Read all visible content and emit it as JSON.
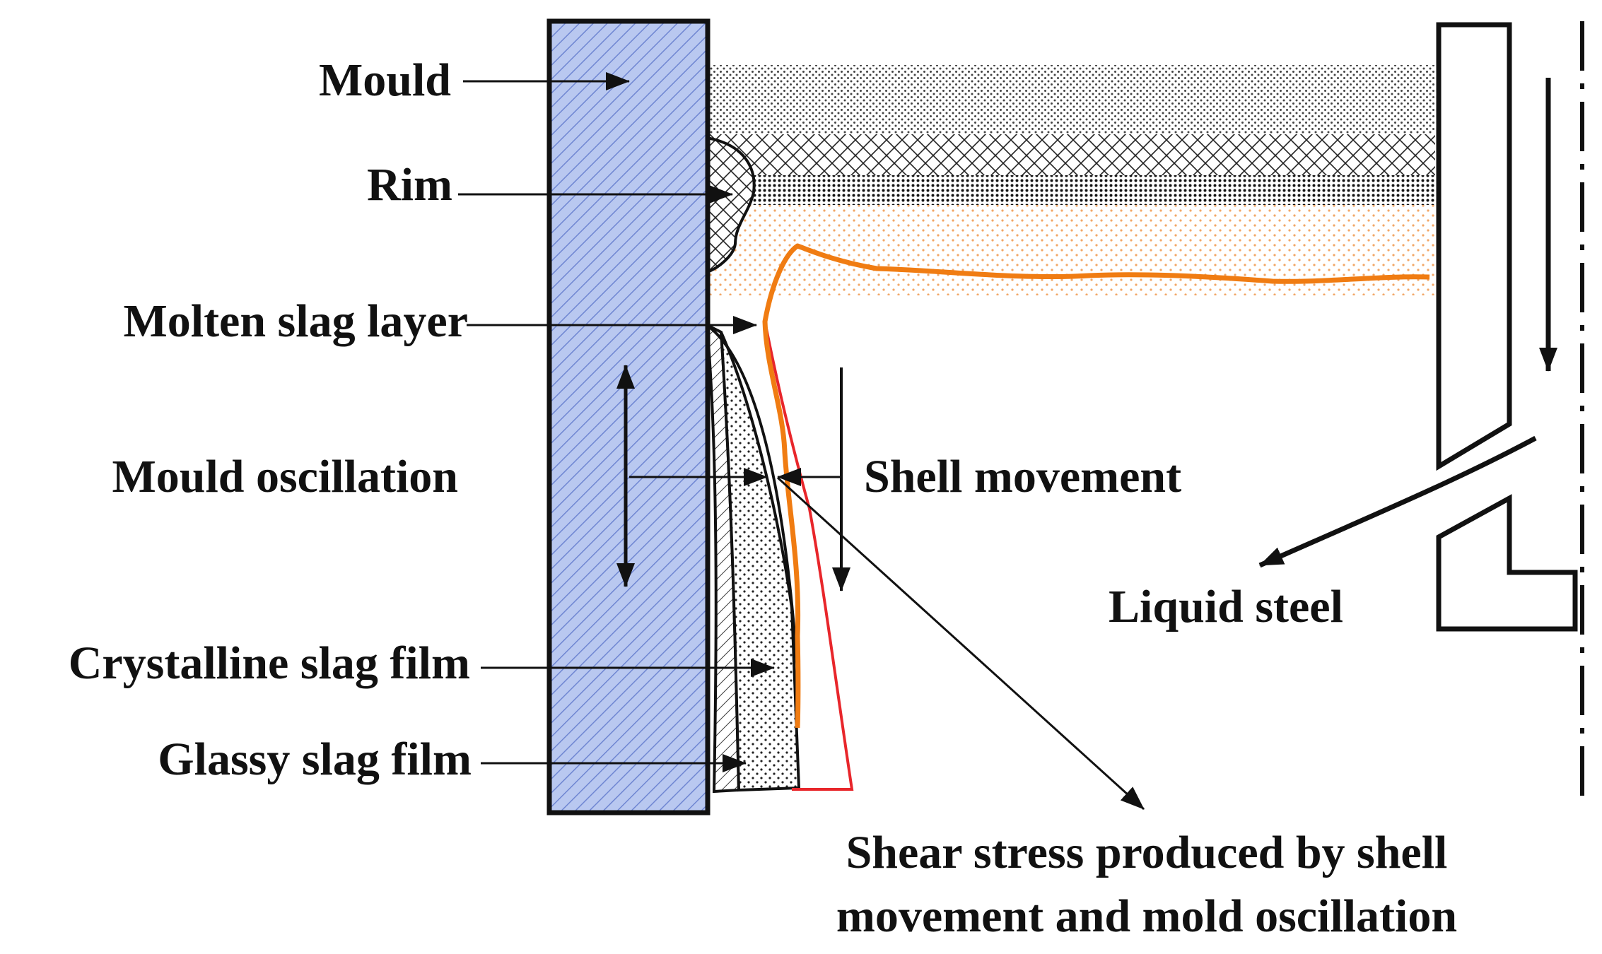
{
  "labels": {
    "mould": "Mould",
    "rim": "Rim",
    "molten_slag_layer": "Molten slag layer",
    "mould_oscillation": "Mould oscillation",
    "crystalline_slag_film": "Crystalline slag film",
    "glassy_slag_film": "Glassy slag film",
    "shell_movement": "Shell movement",
    "liquid_steel": "Liquid steel",
    "shear_stress_line1": "Shear stress produced by shell",
    "shear_stress_line2": "movement and mold oscillation"
  },
  "colors": {
    "mould_fill": "#b9c8f0",
    "mould_hatch": "#6f86d2",
    "outline": "#111111",
    "meniscus_line": "#f07c12",
    "shell_line": "#e8262b",
    "sintered_dots": "#f2a766"
  }
}
